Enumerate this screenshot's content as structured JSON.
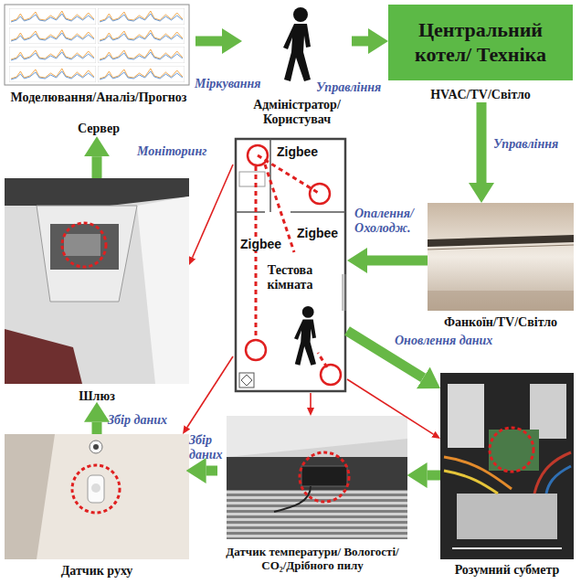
{
  "diagram": {
    "nodes": [
      {
        "text": [
          "Моделювання/Аналіз/Прогноз",
          "Сервер"
        ]
      },
      {
        "text": [
          "Адміністратор/ Користувач"
        ]
      },
      {
        "text": [
          "Центральний котел/ Техніка",
          "HVAC/TV/Світло"
        ]
      },
      {
        "text": [
          "Фанкоїн/TV/Світло"
        ]
      },
      {
        "text": [
          "Розумний субметр"
        ]
      },
      {
        "text": [
          "Датчик температури/ Вологості/ CO₂/Дрібного пилу"
        ]
      },
      {
        "text": [
          "Датчик руху"
        ]
      },
      {
        "text": [
          "Шлюз"
        ]
      },
      {
        "text": [
          "Тестова кімната"
        ]
      }
    ],
    "edges": [
      {
        "from": 0,
        "to": 1,
        "arrow": "to",
        "label": "Міркування"
      },
      {
        "from": 1,
        "to": 2,
        "arrow": "to",
        "label": "Управління"
      },
      {
        "from": 2,
        "to": 3,
        "arrow": "to",
        "label": "Управління"
      },
      {
        "from": 3,
        "to": 8,
        "arrow": "to",
        "label": "Опалення/ Охолодж."
      },
      {
        "from": 8,
        "to": 4,
        "arrow": "to",
        "label": "Оновлення даних"
      },
      {
        "from": 4,
        "to": 5,
        "arrow": "to"
      },
      {
        "from": 5,
        "to": 6,
        "arrow": "to",
        "label": "Збір даних"
      },
      {
        "from": 6,
        "to": 7,
        "arrow": "to",
        "label": "Збір даних"
      },
      {
        "from": 7,
        "to": 0,
        "arrow": "to",
        "label": "Моніторинг"
      },
      {
        "from": 8,
        "to": 7,
        "arrow": "to"
      },
      {
        "from": 8,
        "to": 6,
        "arrow": "to"
      },
      {
        "from": 8,
        "to": 5,
        "arrow": "to"
      },
      {
        "from": 8,
        "to": 4,
        "arrow": "to"
      }
    ],
    "labels": [
      "Zigbee",
      "Zigbee",
      "Zigbee"
    ]
  }
}
